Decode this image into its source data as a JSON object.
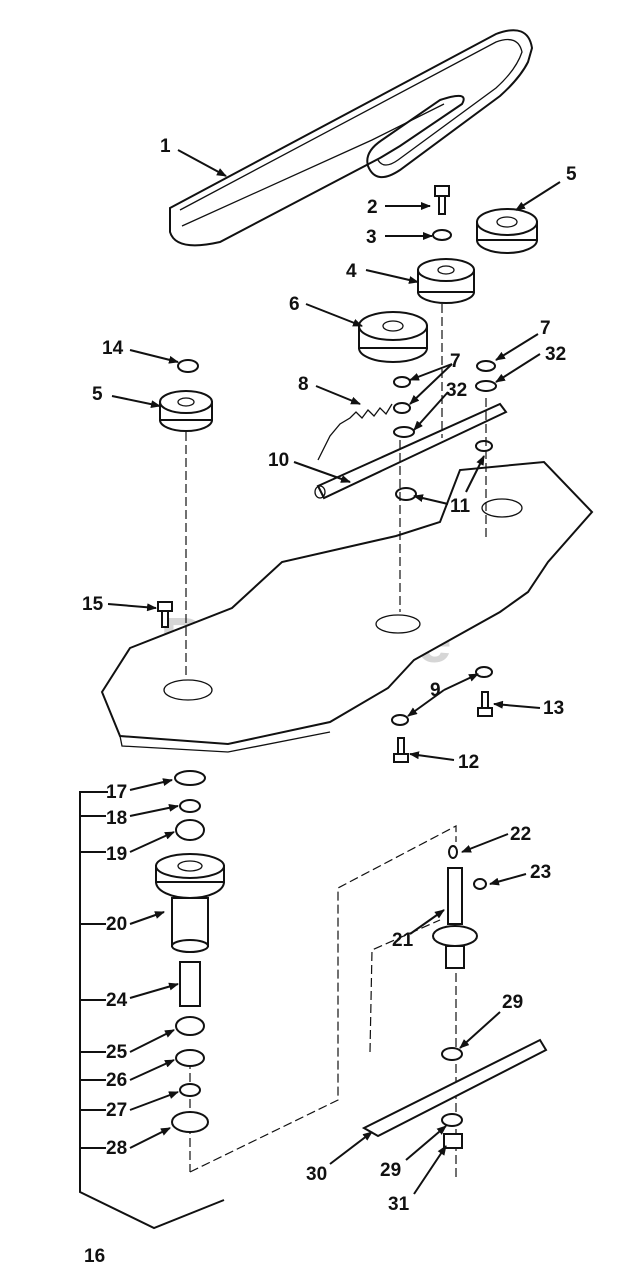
{
  "watermark": {
    "brand": "PartsTree",
    "mark": "™"
  },
  "callouts": [
    {
      "id": "c1",
      "label": "1"
    },
    {
      "id": "c2",
      "label": "2"
    },
    {
      "id": "c3",
      "label": "3"
    },
    {
      "id": "c4",
      "label": "4"
    },
    {
      "id": "c5a",
      "label": "5"
    },
    {
      "id": "c5b",
      "label": "5"
    },
    {
      "id": "c6",
      "label": "6"
    },
    {
      "id": "c7a",
      "label": "7"
    },
    {
      "id": "c7b",
      "label": "7"
    },
    {
      "id": "c8",
      "label": "8"
    },
    {
      "id": "c32a",
      "label": "32"
    },
    {
      "id": "c32b",
      "label": "32"
    },
    {
      "id": "c10",
      "label": "10"
    },
    {
      "id": "c11",
      "label": "11"
    },
    {
      "id": "c14",
      "label": "14"
    },
    {
      "id": "c15",
      "label": "15"
    },
    {
      "id": "c9",
      "label": "9"
    },
    {
      "id": "c13",
      "label": "13"
    },
    {
      "id": "c12",
      "label": "12"
    },
    {
      "id": "c17",
      "label": "17"
    },
    {
      "id": "c18",
      "label": "18"
    },
    {
      "id": "c19",
      "label": "19"
    },
    {
      "id": "c20",
      "label": "20"
    },
    {
      "id": "c24",
      "label": "24"
    },
    {
      "id": "c25",
      "label": "25"
    },
    {
      "id": "c26",
      "label": "26"
    },
    {
      "id": "c27",
      "label": "27"
    },
    {
      "id": "c28",
      "label": "28"
    },
    {
      "id": "c16",
      "label": "16"
    },
    {
      "id": "c22",
      "label": "22"
    },
    {
      "id": "c23",
      "label": "23"
    },
    {
      "id": "c21",
      "label": "21"
    },
    {
      "id": "c29a",
      "label": "29"
    },
    {
      "id": "c29b",
      "label": "29"
    },
    {
      "id": "c30",
      "label": "30"
    },
    {
      "id": "c31",
      "label": "31"
    }
  ]
}
